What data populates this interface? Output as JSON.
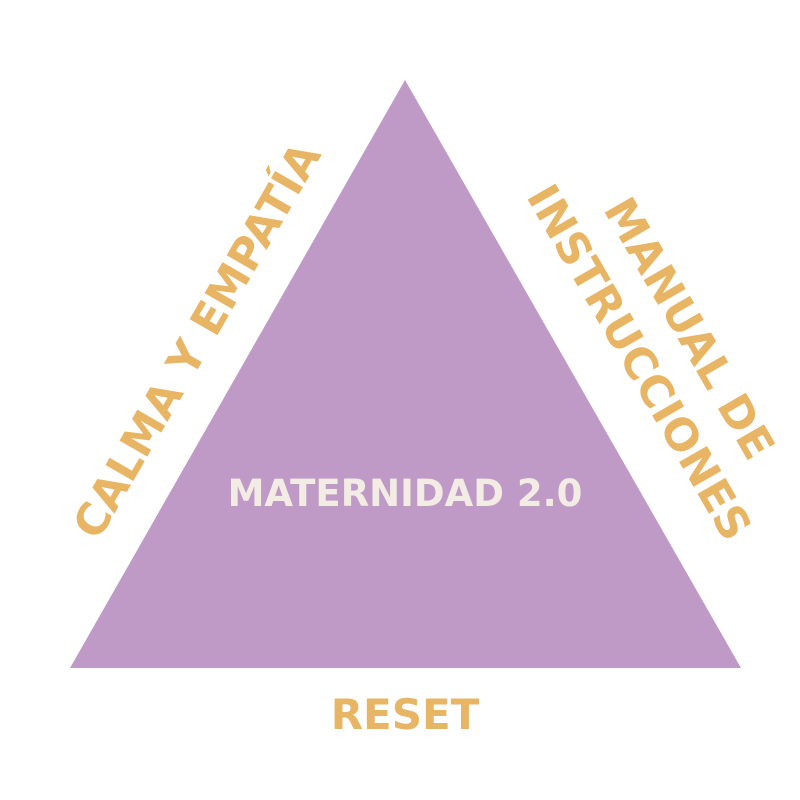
{
  "colors": {
    "background": "#ffffff",
    "triangle": "#c09ac7",
    "center_text": "#f3ece4",
    "label_text": "#e8b565"
  },
  "triangle": {
    "label": "MATERNIDAD 2.0"
  },
  "labels": {
    "left_side": "CALMA Y EMPATÍA",
    "right_side_line1": "MANUAL DE",
    "right_side_line2": "INSTRUCCIONES",
    "bottom": "RESET"
  }
}
